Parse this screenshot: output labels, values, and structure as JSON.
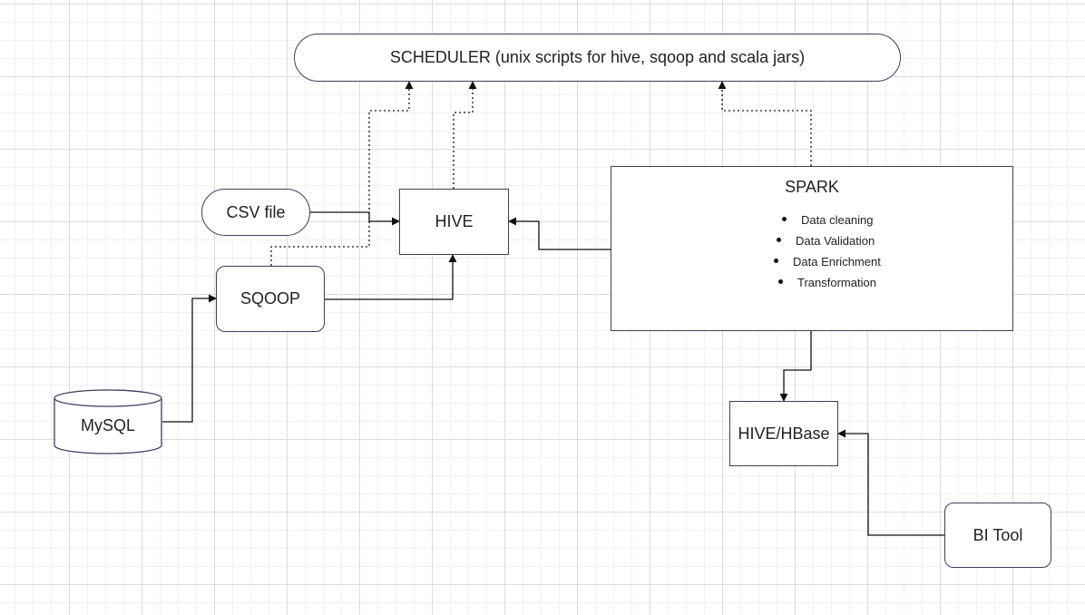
{
  "nodes": {
    "scheduler": {
      "label": "SCHEDULER (unix scripts for hive, sqoop and scala jars)"
    },
    "csv": {
      "label": "CSV file"
    },
    "hive": {
      "label": "HIVE"
    },
    "sqoop": {
      "label": "SQOOP"
    },
    "mysql": {
      "label": "MySQL"
    },
    "spark": {
      "title": "SPARK",
      "items": [
        "Data cleaning",
        "Data Validation",
        "Data Enrichment",
        "Transformation"
      ]
    },
    "hive_hbase": {
      "label": "HIVE/HBase"
    },
    "bi_tool": {
      "label": "BI Tool"
    }
  },
  "edges": [
    {
      "from": "csv",
      "to": "hive",
      "style": "solid"
    },
    {
      "from": "sqoop",
      "to": "hive",
      "style": "solid"
    },
    {
      "from": "mysql",
      "to": "sqoop",
      "style": "solid"
    },
    {
      "from": "spark",
      "to": "hive",
      "style": "solid"
    },
    {
      "from": "spark",
      "to": "hive_hbase",
      "style": "solid"
    },
    {
      "from": "bi_tool",
      "to": "hive_hbase",
      "style": "solid"
    },
    {
      "from": "sqoop",
      "to": "scheduler",
      "style": "dotted"
    },
    {
      "from": "hive",
      "to": "scheduler",
      "style": "dotted"
    },
    {
      "from": "spark",
      "to": "scheduler",
      "style": "dotted"
    }
  ],
  "colors": {
    "stroke": "#3a3f5c",
    "edge": "#111111",
    "grid": "#dcdcdc"
  }
}
